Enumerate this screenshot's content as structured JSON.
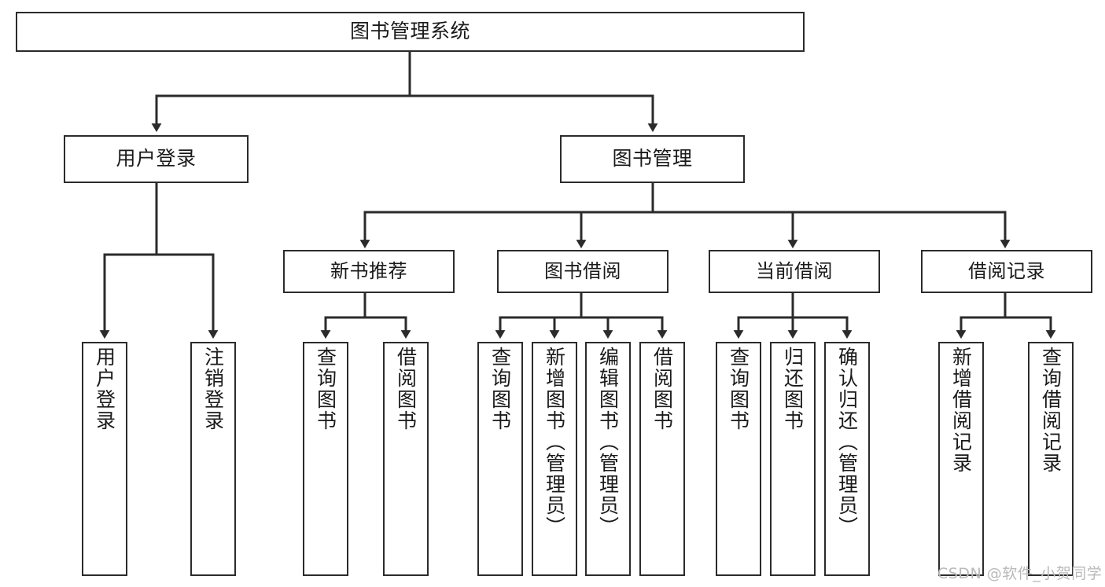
{
  "diagram": {
    "title": "图书管理系统",
    "type": "functional-structure-tree",
    "root": {
      "id": "root",
      "label": "图书管理系统"
    },
    "level1": [
      {
        "id": "user-login",
        "label": "用户登录"
      },
      {
        "id": "book-management",
        "label": "图书管理"
      }
    ],
    "level2": [
      {
        "id": "new-book-recommend",
        "label": "新书推荐",
        "parent": "book-management"
      },
      {
        "id": "book-borrow",
        "label": "图书借阅",
        "parent": "book-management"
      },
      {
        "id": "current-borrow",
        "label": "当前借阅",
        "parent": "book-management"
      },
      {
        "id": "borrow-record",
        "label": "借阅记录",
        "parent": "book-management"
      }
    ],
    "leaves": {
      "user-login": [
        {
          "id": "leaf-user-login",
          "label": "用户登录"
        },
        {
          "id": "leaf-logout",
          "label": "注销登录"
        }
      ],
      "new-book-recommend": [
        {
          "id": "leaf-query-book-1",
          "label": "查询图书"
        },
        {
          "id": "leaf-borrow-book-1",
          "label": "借阅图书"
        }
      ],
      "book-borrow": [
        {
          "id": "leaf-query-book-2",
          "label": "查询图书"
        },
        {
          "id": "leaf-add-book",
          "label": "新增图书（管理员）"
        },
        {
          "id": "leaf-edit-book",
          "label": "编辑图书（管理员）"
        },
        {
          "id": "leaf-borrow-book-2",
          "label": "借阅图书"
        }
      ],
      "current-borrow": [
        {
          "id": "leaf-query-book-3",
          "label": "查询图书"
        },
        {
          "id": "leaf-return-book",
          "label": "归还图书"
        },
        {
          "id": "leaf-confirm-return",
          "label": "确认归还（管理员）"
        }
      ],
      "borrow-record": [
        {
          "id": "leaf-add-record",
          "label": "新增借阅记录"
        },
        {
          "id": "leaf-query-record",
          "label": "查询借阅记录"
        }
      ]
    }
  },
  "watermark": {
    "text": "CSDN @软件_小贺同学"
  },
  "colors": {
    "stroke": "#2b2b2b",
    "background": "#ffffff",
    "text": "#1a1a1a",
    "watermark": "#b9b9b9"
  }
}
